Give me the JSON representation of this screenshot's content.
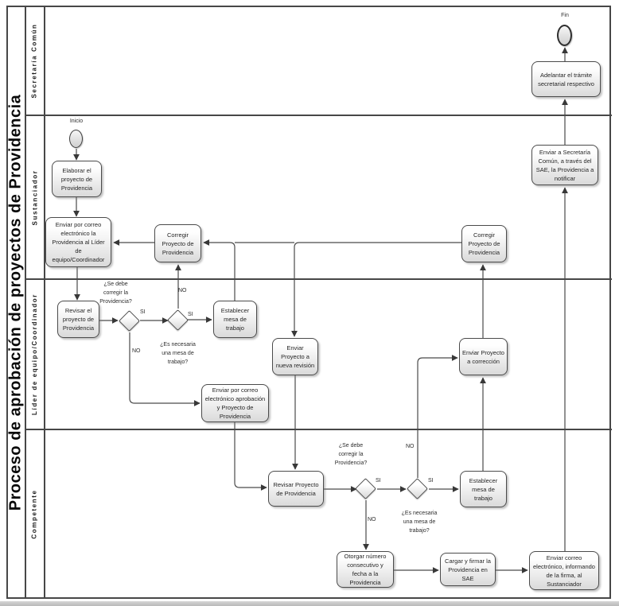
{
  "pool": {
    "title": "Proceso de aprobación de proyectos de Providencia",
    "lanes": [
      {
        "label": "Secretaría Común"
      },
      {
        "label": "Sustanciador"
      },
      {
        "label": "Líder de equipo/Coordinador"
      },
      {
        "label": "Competente"
      }
    ]
  },
  "events": {
    "start_label": "Inicio",
    "end_label": "Fin"
  },
  "tasks": {
    "adelantar": "Adelantar el trámite secretarial respectivo",
    "enviar_secretaria": "Enviar a Secretaría Común, a través del SAE, la Providencia a notificar",
    "elaborar": "Elaborar el proyecto de Providencia",
    "enviar_correo_lider": "Enviar por correo electrónico la Providencia al Líder de equipo/Coordinador",
    "corregir_1": "Corregir Proyecto de Providencia",
    "corregir_2": "Corregir Proyecto de Providencia",
    "revisar_1": "Revisar el proyecto de Providencia",
    "establecer_1": "Establecer mesa de trabajo",
    "enviar_nueva_revision": "Enviar Proyecto a nueva revisión",
    "enviar_aprobacion": "Enviar por correo electrónico aprobación y Proyecto de Providencia",
    "enviar_correccion": "Enviar Proyecto a corrección",
    "revisar_2": "Revisar Proyecto de Providencia",
    "establecer_2": "Establecer mesa de trabajo",
    "otorgar": "Otorgar número consecutivo y fecha a la Providencia",
    "cargar": "Cargar y firmar la Providencia en SAE",
    "enviar_firma": "Enviar correo electrónico, informando de la firma, al Sustanciador"
  },
  "questions": {
    "q_corregir_lider": "¿Se debe corregir la Providencia?",
    "q_mesa_lider": "¿Es necesaria una mesa de trabajo?",
    "q_corregir_competente": "¿Se debe corregir la Providencia?",
    "q_mesa_competente": "¿Es necesaria una mesa de trabajo?"
  },
  "edge_labels": {
    "si": "SI",
    "no": "NO"
  },
  "colors": {
    "line": "#4a4a4a",
    "node_border": "#4b4b4b",
    "node_fill_top": "#fefefe",
    "node_fill_bottom": "#dadada"
  }
}
